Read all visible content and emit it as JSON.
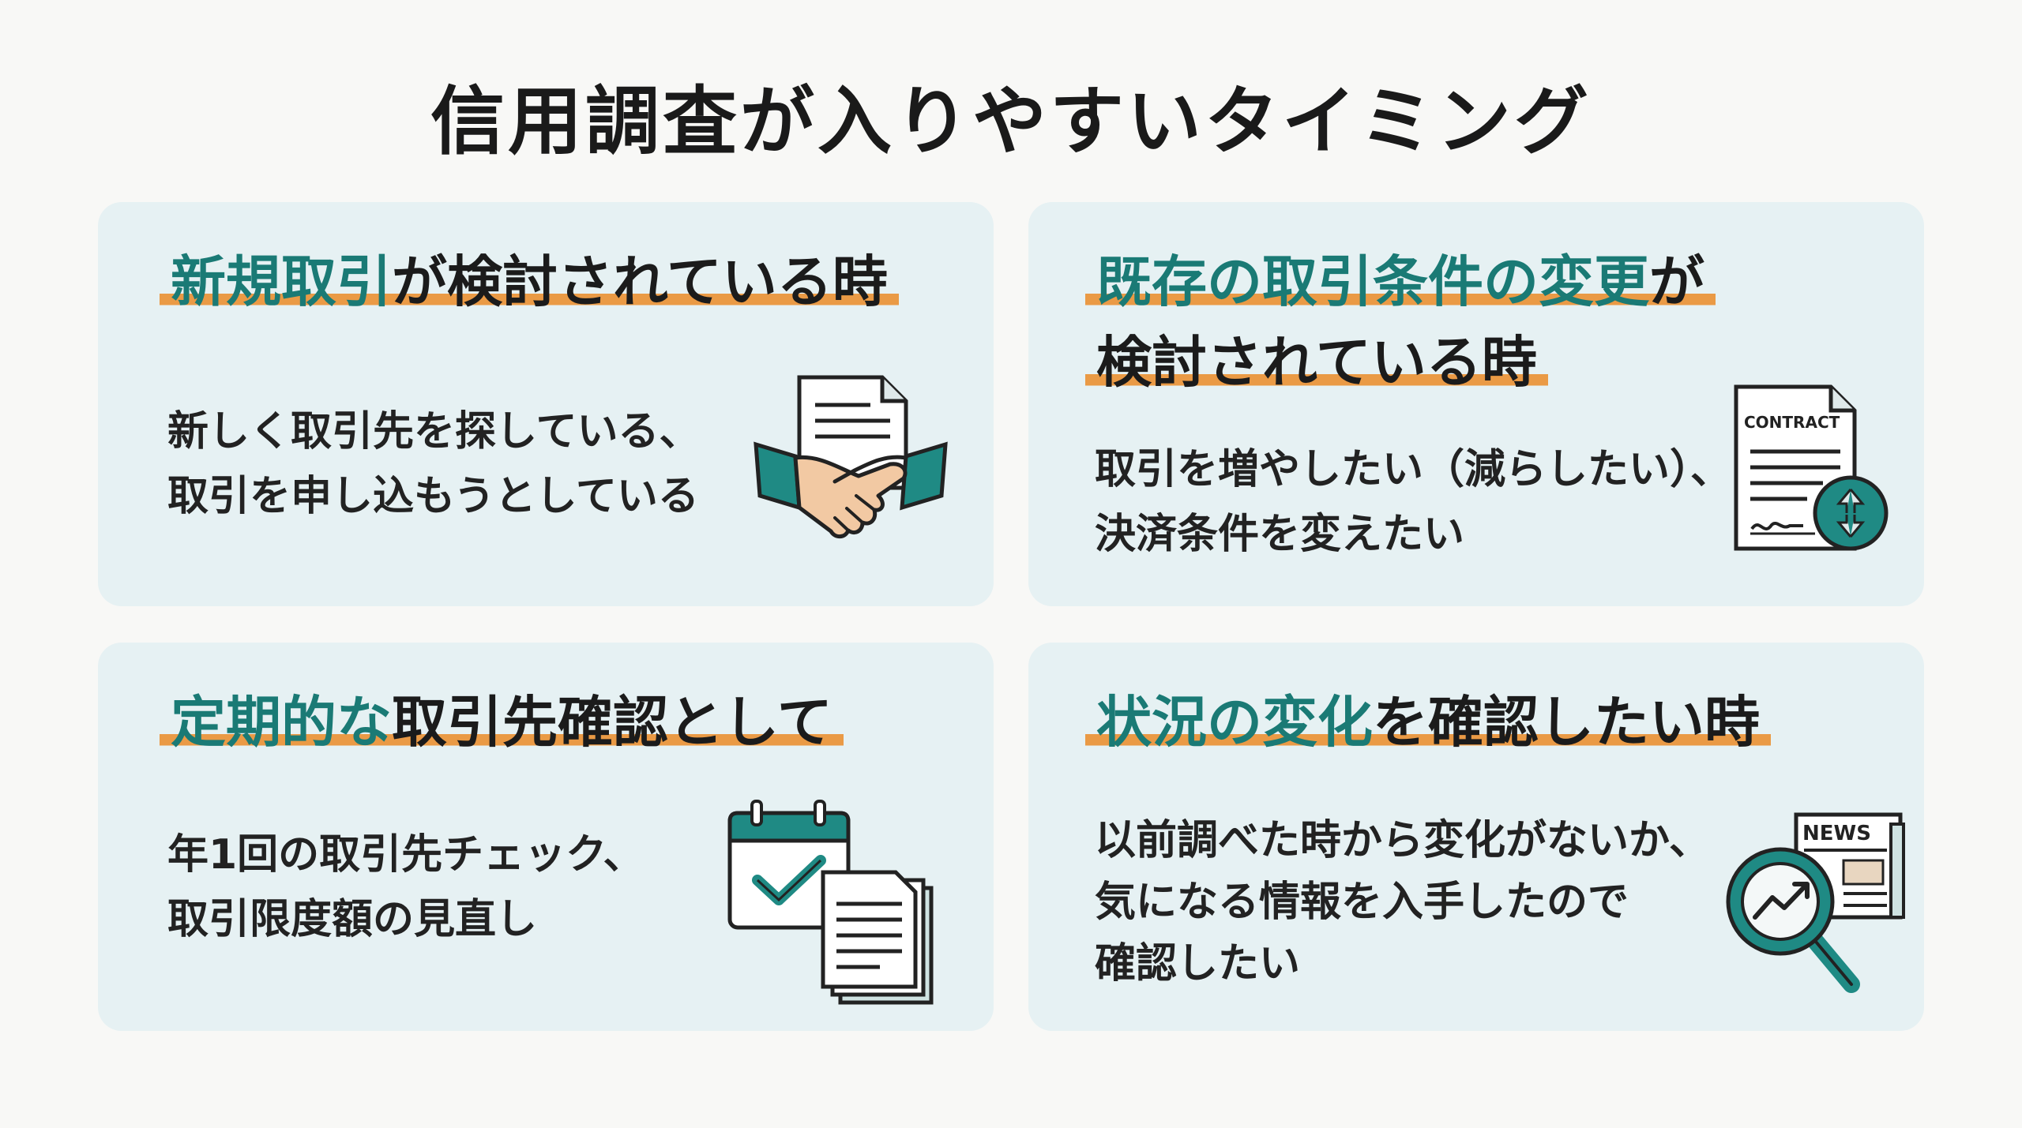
{
  "title": "信用調査が入りやすいタイミング",
  "colors": {
    "accent_text": "#1a7a75",
    "underline": "#ea9a45",
    "card_bg": "#e6f1f3",
    "teal": "#1f8a84"
  },
  "cards": [
    {
      "heading_accent": "新規取引",
      "heading_rest": "が検討されている時",
      "body_line1": "新しく取引先を探している、",
      "body_line2": "取引を申し込もうとしている",
      "icon": "handshake-icon"
    },
    {
      "heading_accent": "既存の取引条件の変更",
      "heading_rest": "が",
      "heading_line2": "検討されている時",
      "body_line1": "取引を増やしたい（減らしたい）、",
      "body_line2": "決済条件を変えたい",
      "icon": "contract-icon",
      "contract_label": "CONTRACT"
    },
    {
      "heading_accent": "定期的な",
      "heading_rest": "取引先確認として",
      "body_line1": "年1回の取引先チェック、",
      "body_line2": "取引限度額の見直し",
      "icon": "calendar-documents-icon"
    },
    {
      "heading_accent": "状況の変化",
      "heading_rest": "を確認したい時",
      "body_line1": "以前調べた時から変化がないか、",
      "body_line2": "気になる情報を入手したので",
      "body_line3": "確認したい",
      "icon": "news-magnifier-icon",
      "news_label": "NEWS"
    }
  ]
}
